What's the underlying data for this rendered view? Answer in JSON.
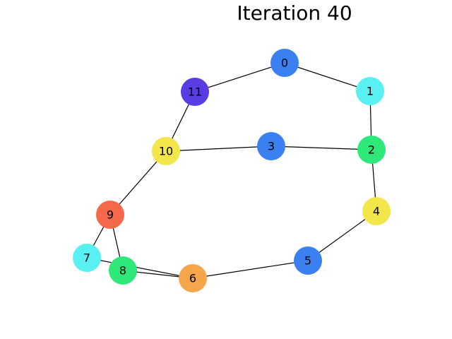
{
  "title": "Iteration 40",
  "graph": {
    "nodes": [
      {
        "id": "0",
        "label": "0",
        "color": "#3a80f0"
      },
      {
        "id": "1",
        "label": "1",
        "color": "#58f0f0"
      },
      {
        "id": "2",
        "label": "2",
        "color": "#2ee879"
      },
      {
        "id": "3",
        "label": "3",
        "color": "#3a80f0"
      },
      {
        "id": "4",
        "label": "4",
        "color": "#f2e64a"
      },
      {
        "id": "5",
        "label": "5",
        "color": "#3a80f0"
      },
      {
        "id": "6",
        "label": "6",
        "color": "#f5a64a"
      },
      {
        "id": "7",
        "label": "7",
        "color": "#58f0f0"
      },
      {
        "id": "8",
        "label": "8",
        "color": "#2ee879"
      },
      {
        "id": "9",
        "label": "9",
        "color": "#f5694a"
      },
      {
        "id": "10",
        "label": "10",
        "color": "#f2e64a"
      },
      {
        "id": "11",
        "label": "11",
        "color": "#5a3ce4"
      }
    ],
    "edges": [
      [
        "0",
        "1"
      ],
      [
        "0",
        "11"
      ],
      [
        "1",
        "2"
      ],
      [
        "2",
        "3"
      ],
      [
        "2",
        "4"
      ],
      [
        "3",
        "10"
      ],
      [
        "4",
        "5"
      ],
      [
        "5",
        "6"
      ],
      [
        "6",
        "8"
      ],
      [
        "6",
        "7"
      ],
      [
        "8",
        "9"
      ],
      [
        "9",
        "7"
      ],
      [
        "9",
        "10"
      ],
      [
        "10",
        "11"
      ]
    ]
  }
}
